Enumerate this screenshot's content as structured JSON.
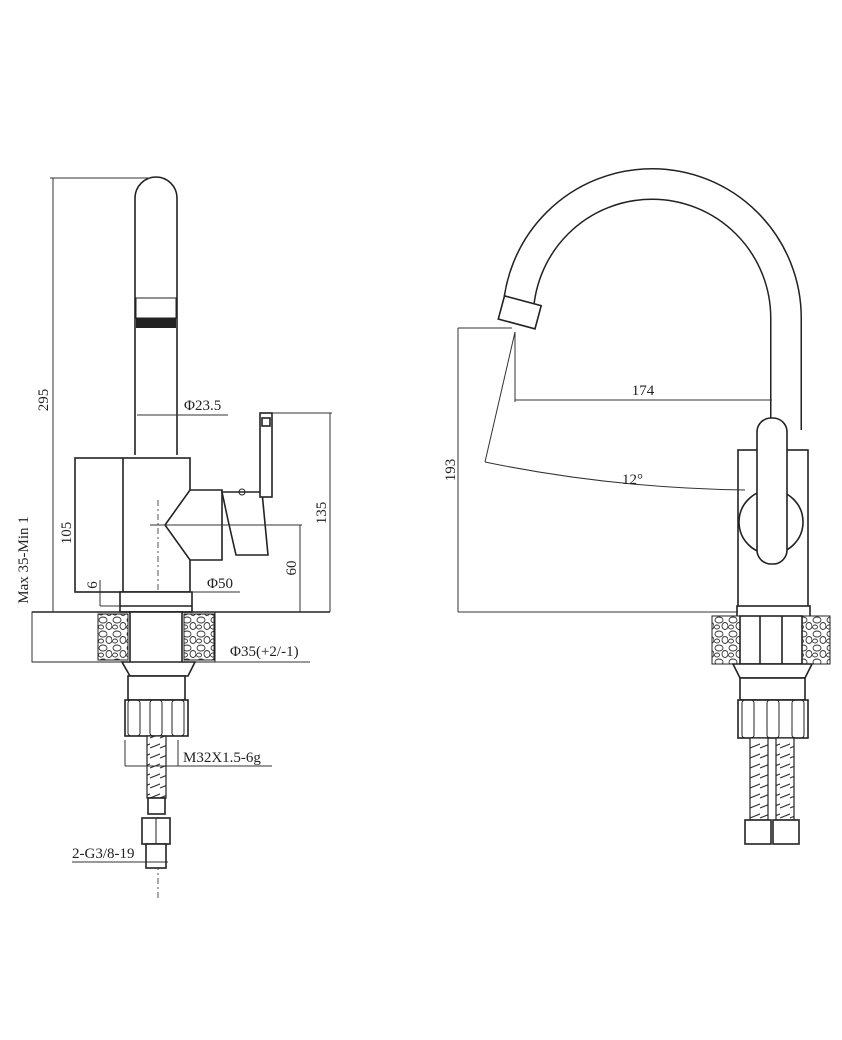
{
  "title": "Kitchen faucet dimension drawing",
  "side_view": {
    "labels": {
      "height_total": "295",
      "spout_diameter": "Φ23.5",
      "handle_height": "135",
      "body_height": "105",
      "counter_thickness": "Max 35-Min 1",
      "gasket": "6",
      "base_diameter": "Φ50",
      "handle_axis_height": "60",
      "hole_diameter": "Φ35(+2/-1)",
      "thread": "M32X1.5-6g",
      "hose_connection": "2-G3/8-19"
    }
  },
  "front_view": {
    "labels": {
      "reach": "174",
      "spout_height": "193",
      "swivel_angle": "12°"
    }
  }
}
